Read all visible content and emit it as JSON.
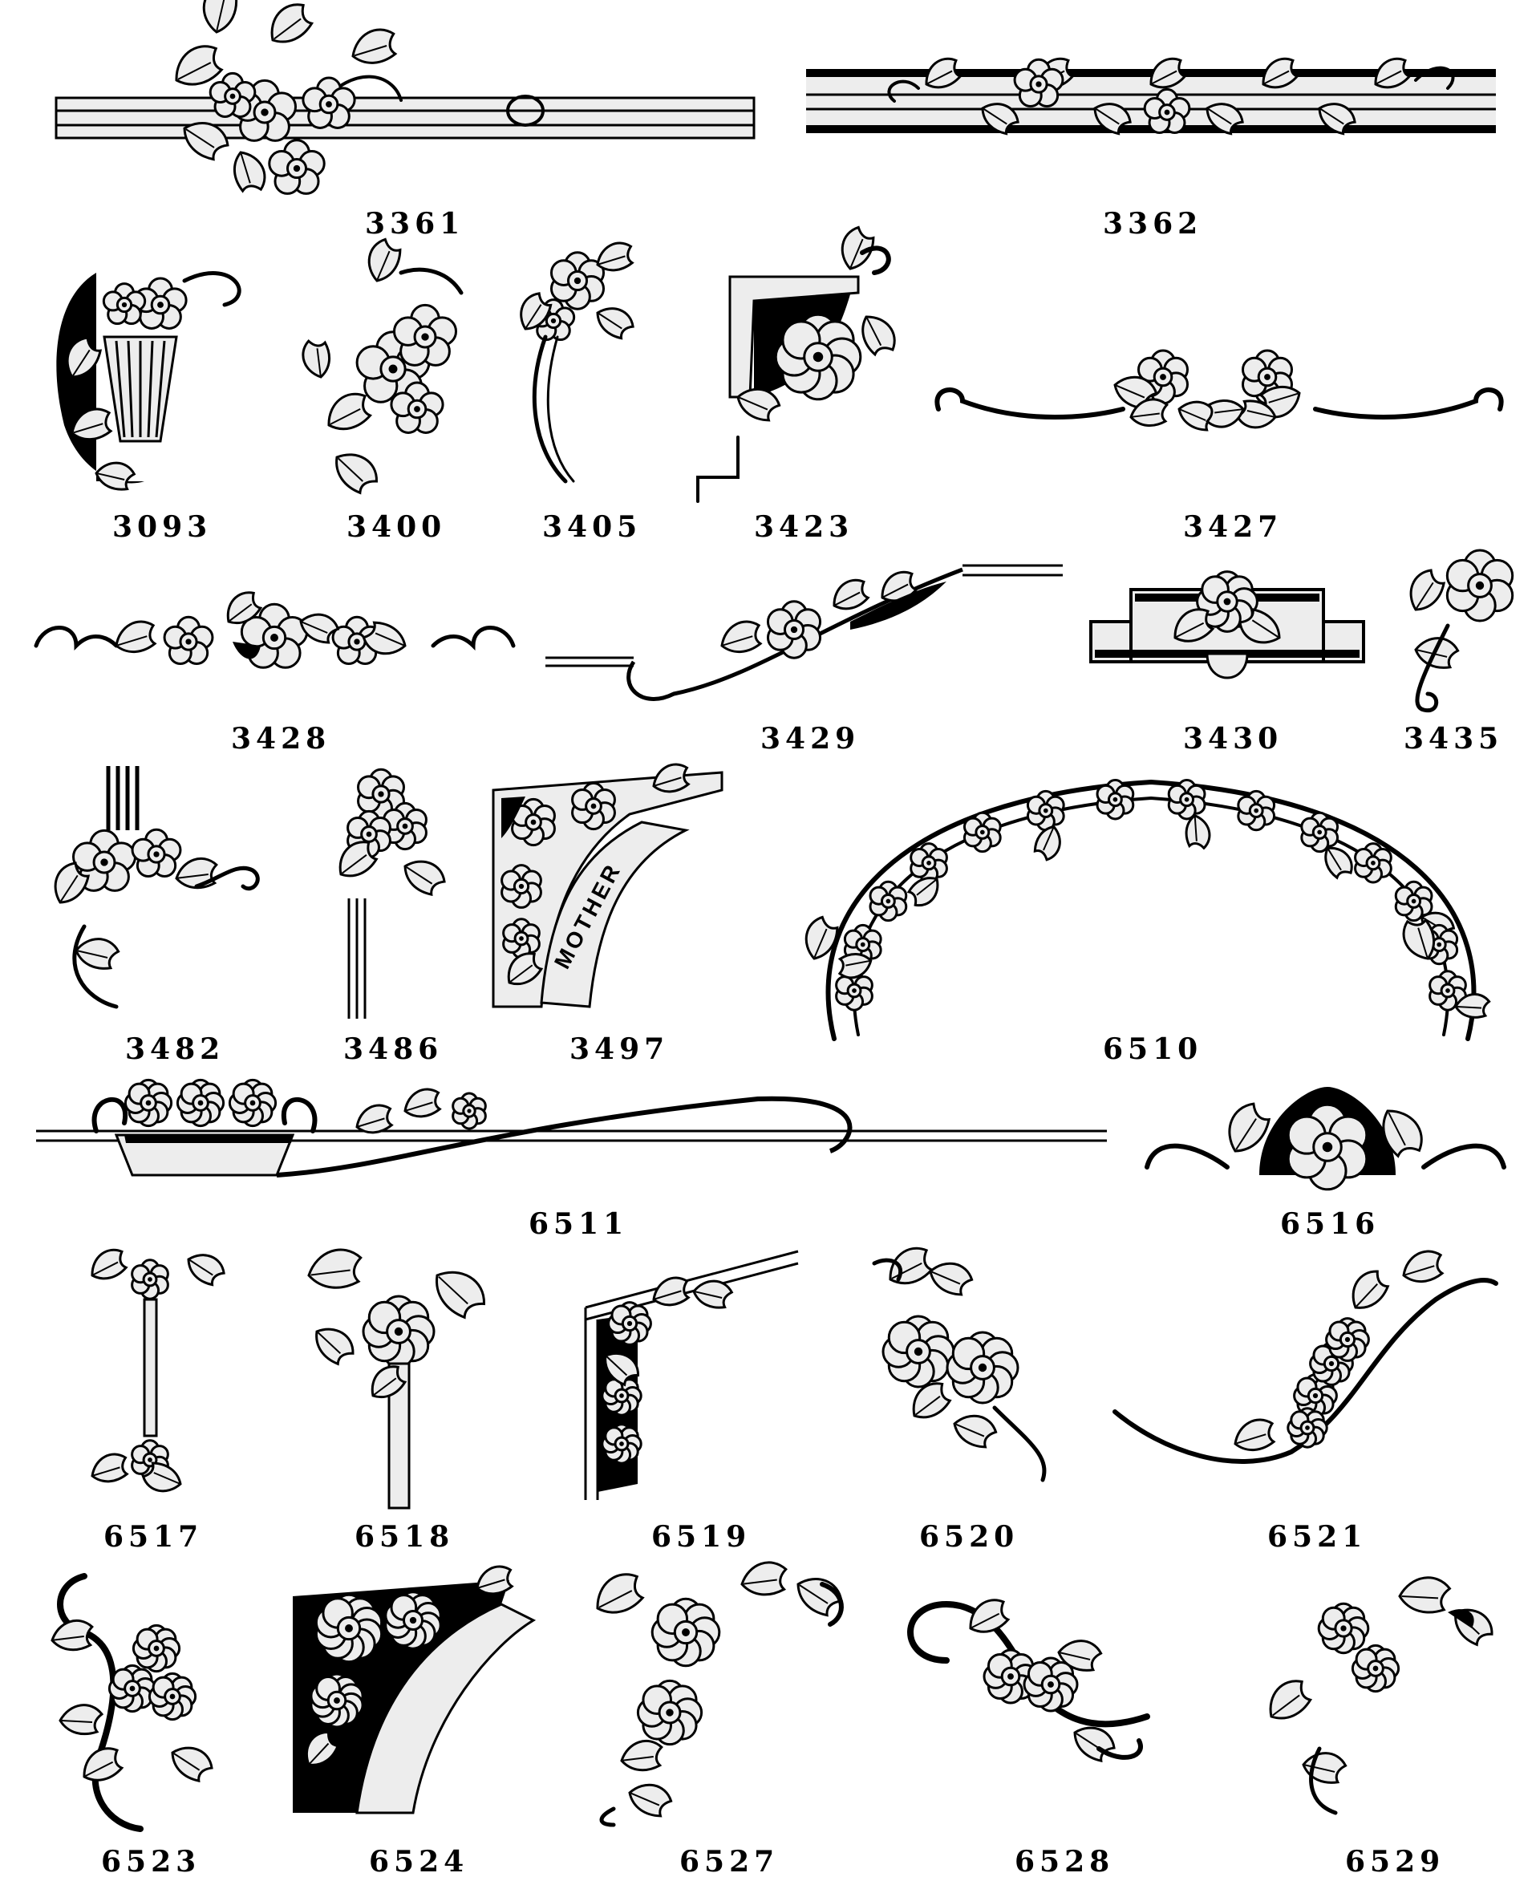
{
  "sheet": {
    "codes": {
      "c3361": "3361",
      "c3362": "3362",
      "c3093": "3093",
      "c3400": "3400",
      "c3405": "3405",
      "c3423": "3423",
      "c3427": "3427",
      "c3428": "3428",
      "c3429": "3429",
      "c3430": "3430",
      "c3435": "3435",
      "c3482": "3482",
      "c3486": "3486",
      "c3497": "3497",
      "c6510": "6510",
      "c6511": "6511",
      "c6516": "6516",
      "c6517": "6517",
      "c6518": "6518",
      "c6519": "6519",
      "c6520": "6520",
      "c6521": "6521",
      "c6523": "6523",
      "c6524": "6524",
      "c6527": "6527",
      "c6528": "6528",
      "c6529": "6529"
    },
    "ribbon_text": "MOTHER"
  },
  "colors": {
    "ink": "#000000",
    "fill": "#ededed",
    "background": "#ffffff"
  }
}
